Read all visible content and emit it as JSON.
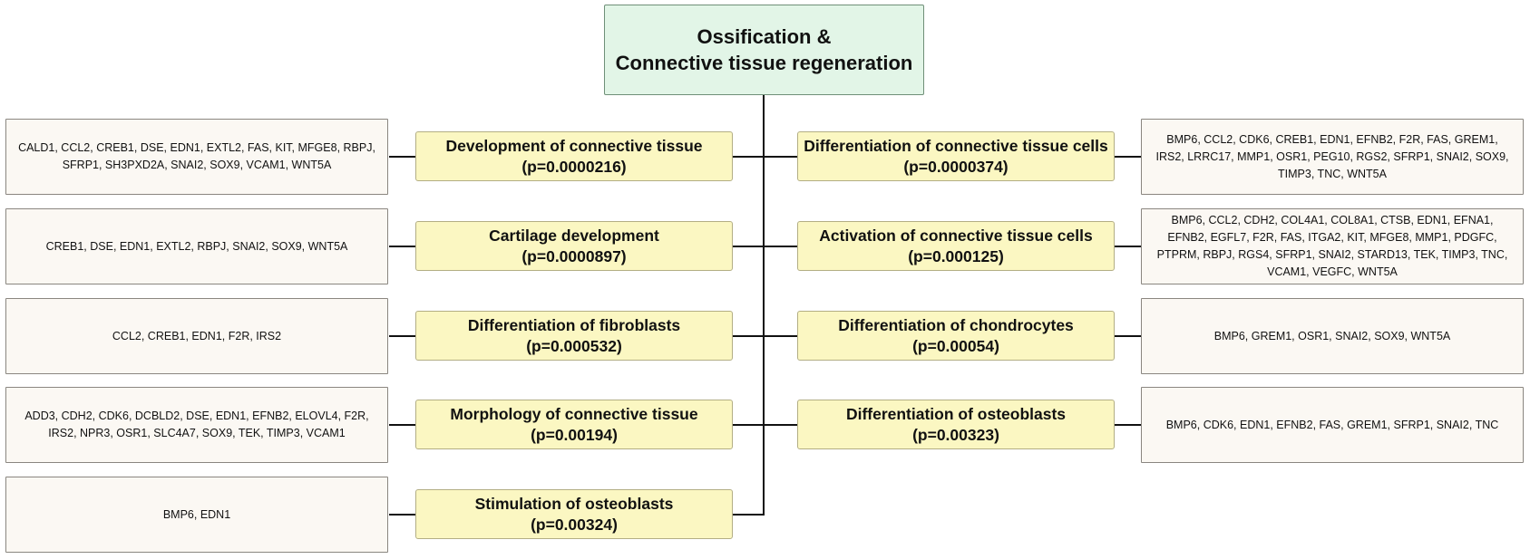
{
  "root": {
    "title_line1": "Ossification &",
    "title_line2": "Connective tissue regeneration"
  },
  "left": [
    {
      "title": "Development of connective tissue",
      "pvalue": "(p=0.0000216)",
      "genes": "CALD1, CCL2, CREB1, DSE, EDN1, EXTL2, FAS, KIT, MFGE8, RBPJ, SFRP1, SH3PXD2A, SNAI2, SOX9, VCAM1, WNT5A"
    },
    {
      "title": "Cartilage development",
      "pvalue": "(p=0.0000897)",
      "genes": "CREB1, DSE, EDN1, EXTL2, RBPJ, SNAI2, SOX9, WNT5A"
    },
    {
      "title": "Differentiation of fibroblasts",
      "pvalue": "(p=0.000532)",
      "genes": "CCL2, CREB1, EDN1, F2R, IRS2"
    },
    {
      "title": "Morphology of connective tissue",
      "pvalue": "(p=0.00194)",
      "genes": "ADD3, CDH2, CDK6, DCBLD2, DSE, EDN1, EFNB2, ELOVL4, F2R, IRS2, NPR3, OSR1, SLC4A7, SOX9, TEK, TIMP3, VCAM1"
    },
    {
      "title": "Stimulation of osteoblasts",
      "pvalue": "(p=0.00324)",
      "genes": "BMP6, EDN1"
    }
  ],
  "right": [
    {
      "title": "Differentiation of connective tissue cells",
      "pvalue": "(p=0.0000374)",
      "genes": "BMP6, CCL2, CDK6, CREB1, EDN1, EFNB2, F2R, FAS, GREM1, IRS2, LRRC17, MMP1, OSR1, PEG10, RGS2, SFRP1, SNAI2, SOX9, TIMP3, TNC, WNT5A"
    },
    {
      "title": "Activation of connective tissue cells",
      "pvalue": "(p=0.000125)",
      "genes": "BMP6, CCL2, CDH2, COL4A1, COL8A1, CTSB, EDN1, EFNA1, EFNB2, EGFL7, F2R, FAS, ITGA2, KIT, MFGE8, MMP1, PDGFC, PTPRM, RBPJ, RGS4, SFRP1, SNAI2, STARD13, TEK, TIMP3, TNC, VCAM1, VEGFC, WNT5A"
    },
    {
      "title": "Differentiation of chondrocytes",
      "pvalue": "(p=0.00054)",
      "genes": "BMP6, GREM1, OSR1, SNAI2, SOX9, WNT5A"
    },
    {
      "title": "Differentiation of osteoblasts",
      "pvalue": "(p=0.00323)",
      "genes": "BMP6, CDK6, EDN1, EFNB2, FAS, GREM1, SFRP1, SNAI2, TNC"
    }
  ]
}
